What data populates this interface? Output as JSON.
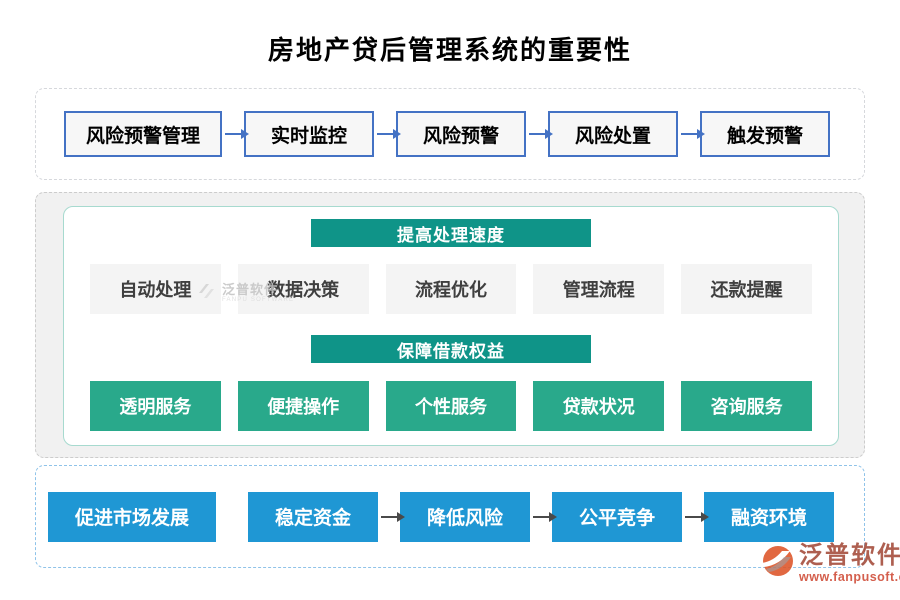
{
  "title": "房地产贷后管理系统的重要性",
  "colors": {
    "flow_box_border": "#4472c4",
    "flow_box_fill": "#f7f7f7",
    "banner_teal": "#0f9488",
    "cell_gray": "#f4f4f4",
    "cell_green": "#29a98b",
    "bottom_blue": "#1f97d4",
    "top_dashed_border": "#d6d8dc",
    "middle_dashed_border": "#cccccc",
    "bottom_dashed_border": "#8fc3e9",
    "card_border": "#a7dacf"
  },
  "flow_top": {
    "items": [
      "风险预警管理",
      "实时监控",
      "风险预警",
      "风险处置",
      "触发预警"
    ]
  },
  "middle": {
    "banner_speed": "提高处理速度",
    "speed_items": [
      "自动处理",
      "数据决策",
      "流程优化",
      "管理流程",
      "还款提醒"
    ],
    "banner_rights": "保障借款权益",
    "rights_items": [
      "透明服务",
      "便捷操作",
      "个性服务",
      "贷款状况",
      "咨询服务"
    ]
  },
  "flow_bottom": {
    "items": [
      "促进市场发展",
      "稳定资金",
      "降低风险",
      "公平竞争",
      "融资环境"
    ]
  },
  "watermark_center": {
    "name": "泛普软件",
    "subtitle": "FANPU SOFTWARE"
  },
  "watermark_corner": {
    "name": "泛普软件",
    "url": "www.fanpusoft.com"
  }
}
